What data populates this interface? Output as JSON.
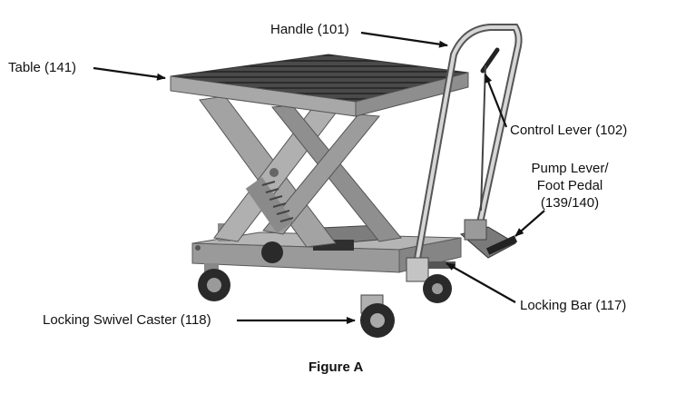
{
  "labels": {
    "handle": "Handle (101)",
    "table": "Table (141)",
    "control_lever": "Control Lever (102)",
    "pump_lever_line1": "Pump Lever/",
    "pump_lever_line2": "Foot Pedal",
    "pump_lever_line3": "(139/140)",
    "locking_bar": "Locking Bar (117)",
    "caster": "Locking Swivel Caster (118)"
  },
  "caption": "Figure A",
  "colors": {
    "frame_gray": "#9a9a9a",
    "frame_dark": "#6e6e6e",
    "deck_dark": "#3a3a3a",
    "wheel": "#2a2a2a",
    "chrome": "#cfcfcf",
    "text": "#111111"
  }
}
